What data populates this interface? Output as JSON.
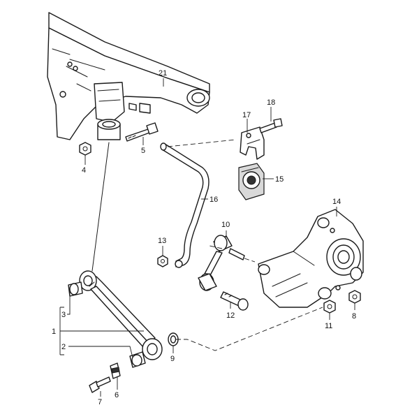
{
  "callouts": {
    "c1": "1",
    "c2": "2",
    "c3": "3",
    "c4": "4",
    "c5": "5",
    "c6": "6",
    "c7": "7",
    "c8": "8",
    "c9": "9",
    "c10": "10",
    "c11": "11",
    "c12": "12",
    "c13": "13",
    "c14": "14",
    "c15": "15",
    "c16": "16",
    "c17": "17",
    "c18": "18",
    "c21": "21"
  }
}
